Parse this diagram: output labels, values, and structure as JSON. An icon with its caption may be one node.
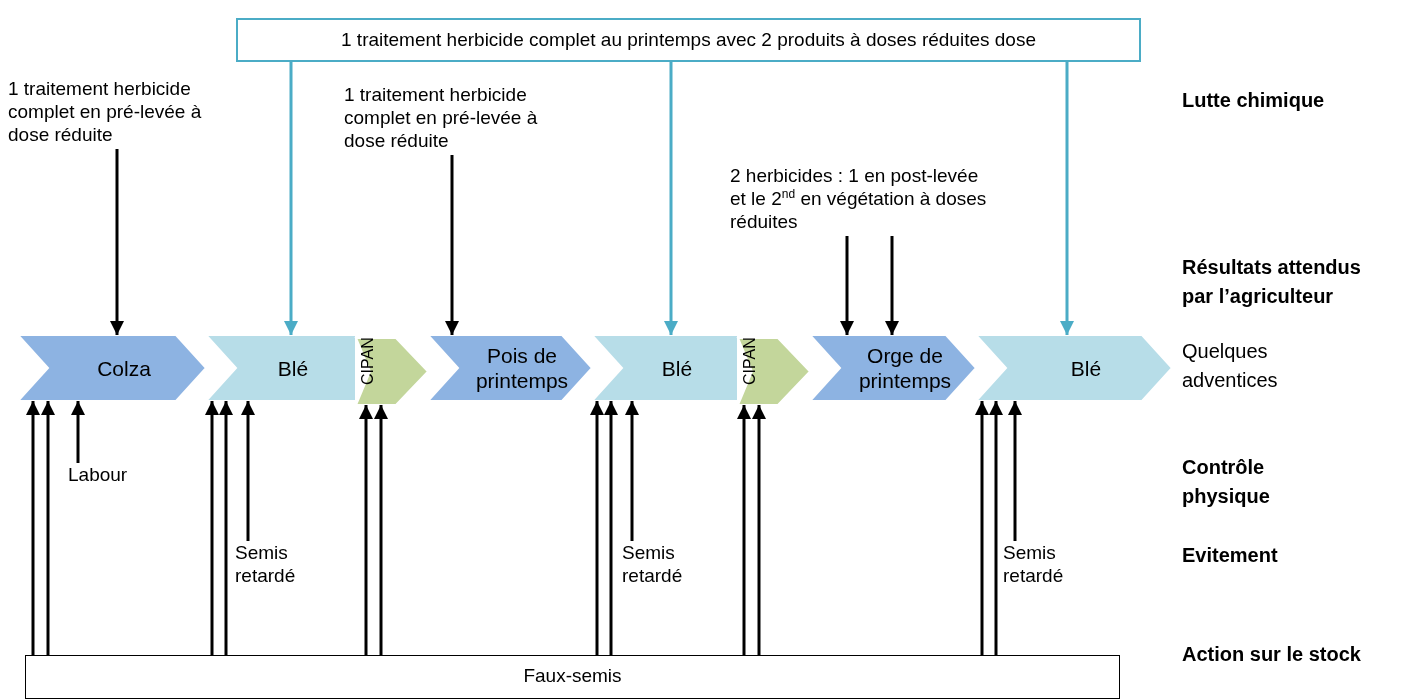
{
  "diagram": {
    "nodes": [
      {
        "text": [
          "1 traitement herbicide complet au printemps avec 2 produits à doses réduites dose"
        ]
      },
      {
        "text": [
          "1 traitement herbicide complet en pré-levée à dose réduite"
        ]
      },
      {
        "text": [
          "1 traitement herbicide complet en pré-levée à dose réduite"
        ]
      },
      {
        "text": [
          "2 herbicides : 1 en post-levée et le 2$^{nd}$ en végétation à doses réduites"
        ]
      },
      {
        "text": [
          "Colza"
        ]
      },
      {
        "text": [
          "Blé"
        ]
      },
      {
        "text": [
          "CIPAN"
        ]
      },
      {
        "text": [
          "Pois de printemps"
        ]
      },
      {
        "text": [
          "Blé"
        ]
      },
      {
        "text": [
          "CIPAN"
        ]
      },
      {
        "text": [
          "Orge de printemps"
        ]
      },
      {
        "text": [
          "Blé"
        ]
      },
      {
        "text": [
          "Labour"
        ]
      },
      {
        "text": [
          "Semis retardé"
        ]
      },
      {
        "text": [
          "Semis retardé"
        ]
      },
      {
        "text": [
          "Semis retardé"
        ]
      },
      {
        "text": [
          "Faux-semis"
        ]
      }
    ],
    "edges": [
      {
        "from": 0,
        "to": 5,
        "arrow": "to",
        "color": "#4bacc6"
      },
      {
        "from": 0,
        "to": 8,
        "arrow": "to",
        "color": "#4bacc6"
      },
      {
        "from": 0,
        "to": 11,
        "arrow": "to",
        "color": "#4bacc6"
      },
      {
        "from": 1,
        "to": 4,
        "arrow": "to"
      },
      {
        "from": 2,
        "to": 7,
        "arrow": "to"
      },
      {
        "from": 3,
        "to": 10,
        "arrow": "to"
      },
      {
        "from": 3,
        "to": 10,
        "arrow": "to"
      },
      {
        "from": 12,
        "to": 4,
        "arrow": "to"
      },
      {
        "from": 13,
        "to": 5,
        "arrow": "to"
      },
      {
        "from": 14,
        "to": 8,
        "arrow": "to"
      },
      {
        "from": 15,
        "to": 11,
        "arrow": "to"
      },
      {
        "from": 16,
        "to": 4,
        "arrow": "to"
      },
      {
        "from": 16,
        "to": 4,
        "arrow": "to"
      },
      {
        "from": 16,
        "to": 5,
        "arrow": "to"
      },
      {
        "from": 16,
        "to": 5,
        "arrow": "to"
      },
      {
        "from": 16,
        "to": 6,
        "arrow": "to"
      },
      {
        "from": 16,
        "to": 6,
        "arrow": "to"
      },
      {
        "from": 16,
        "to": 8,
        "arrow": "to"
      },
      {
        "from": 16,
        "to": 8,
        "arrow": "to"
      },
      {
        "from": 16,
        "to": 9,
        "arrow": "to"
      },
      {
        "from": 16,
        "to": 9,
        "arrow": "to"
      },
      {
        "from": 16,
        "to": 11,
        "arrow": "to"
      },
      {
        "from": 16,
        "to": 11,
        "arrow": "to"
      }
    ],
    "labels": [
      "Lutte chimique",
      "Résultats attendus par l’agriculteur",
      "Quelques adventices",
      "Contrôle physique",
      "Evitement",
      "Action sur le stock"
    ]
  }
}
